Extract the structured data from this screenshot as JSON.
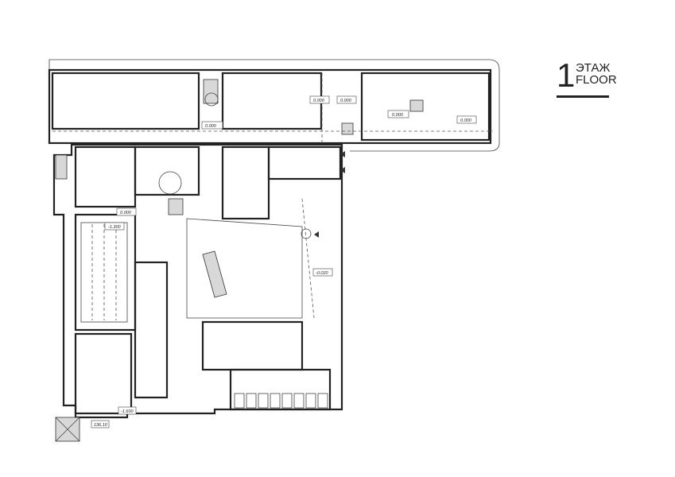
{
  "legend": {
    "floor_number": "1",
    "label_ru": "ЭТАЖ",
    "label_en": "FLOOR"
  },
  "levels": [
    "0.000",
    "0.000",
    "0.000",
    "0.000",
    "0.000",
    "0.000",
    "-1.300",
    "-0.020",
    "-1.600",
    "136.10"
  ],
  "colors": {
    "line": "#222222",
    "background": "#ffffff"
  }
}
